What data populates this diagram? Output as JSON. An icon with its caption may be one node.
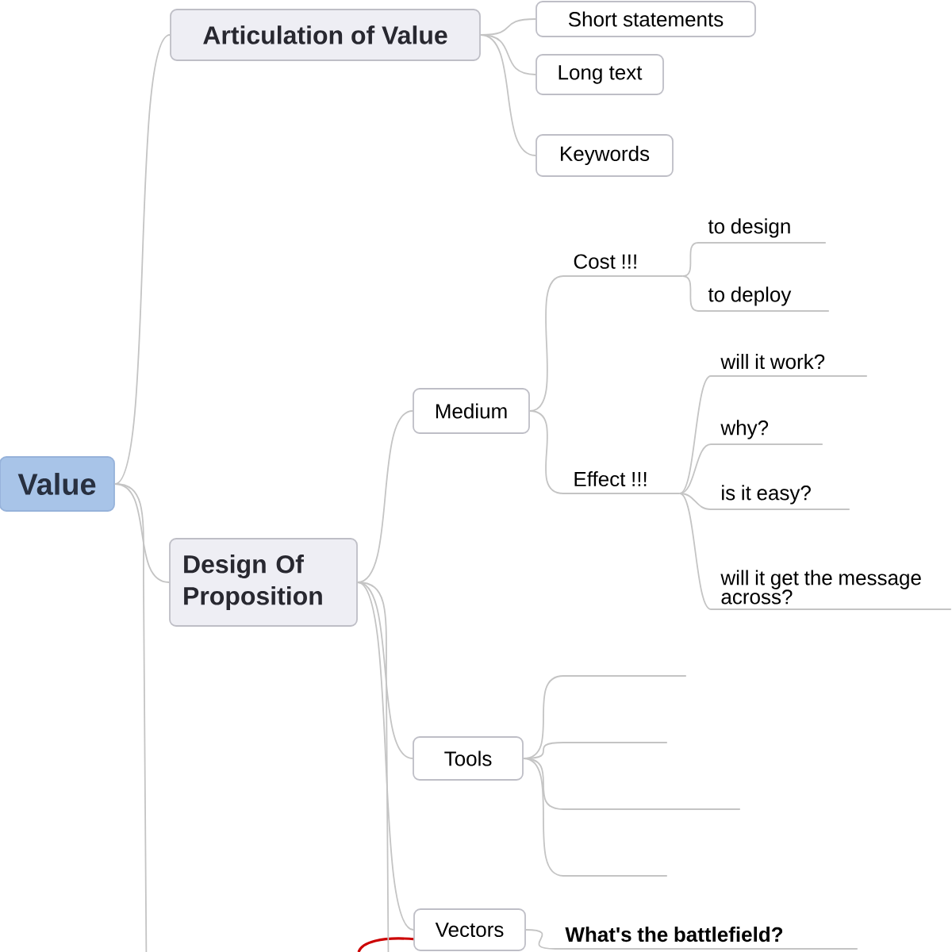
{
  "diagram": {
    "nodes": [
      {
        "text": [
          "Value"
        ]
      },
      {
        "text": [
          "Articulation of Value"
        ]
      },
      {
        "text": [
          "Short statements"
        ]
      },
      {
        "text": [
          "Long text"
        ]
      },
      {
        "text": [
          "Keywords"
        ]
      },
      {
        "text": [
          "Design Of Proposition"
        ]
      },
      {
        "text": [
          "Medium"
        ]
      },
      {
        "text": [
          "Cost !!!"
        ]
      },
      {
        "text": [
          "to design"
        ]
      },
      {
        "text": [
          "to deploy"
        ]
      },
      {
        "text": [
          "Effect !!!"
        ]
      },
      {
        "text": [
          "will it work?"
        ]
      },
      {
        "text": [
          "why?"
        ]
      },
      {
        "text": [
          "is it easy?"
        ]
      },
      {
        "text": [
          "will it get the message across?"
        ]
      },
      {
        "text": [
          "Tools"
        ]
      },
      {
        "text": [],
        "shape": "line"
      },
      {
        "text": [],
        "shape": "line"
      },
      {
        "text": [],
        "shape": "line"
      },
      {
        "text": [],
        "shape": "line"
      },
      {
        "text": [
          "Vectors"
        ]
      },
      {
        "text": [
          "What's the battlefield?"
        ]
      }
    ],
    "edges": [
      {
        "from": 0,
        "to": 1,
        "arrow": "none"
      },
      {
        "from": 0,
        "to": 5,
        "arrow": "none"
      },
      {
        "from": 0,
        "to": null,
        "arrow": "none"
      },
      {
        "from": 1,
        "to": 2,
        "arrow": "none"
      },
      {
        "from": 1,
        "to": 3,
        "arrow": "none"
      },
      {
        "from": 1,
        "to": 4,
        "arrow": "none"
      },
      {
        "from": 5,
        "to": 6,
        "arrow": "none"
      },
      {
        "from": 5,
        "to": 15,
        "arrow": "none"
      },
      {
        "from": 5,
        "to": 20,
        "arrow": "none"
      },
      {
        "from": 5,
        "to": null,
        "arrow": "none"
      },
      {
        "from": 6,
        "to": 7,
        "arrow": "none"
      },
      {
        "from": 6,
        "to": 10,
        "arrow": "none"
      },
      {
        "from": 7,
        "to": 8,
        "arrow": "none"
      },
      {
        "from": 7,
        "to": 9,
        "arrow": "none"
      },
      {
        "from": 10,
        "to": 11,
        "arrow": "none"
      },
      {
        "from": 10,
        "to": 12,
        "arrow": "none"
      },
      {
        "from": 10,
        "to": 13,
        "arrow": "none"
      },
      {
        "from": 10,
        "to": 14,
        "arrow": "none"
      },
      {
        "from": 15,
        "to": 16,
        "arrow": "none"
      },
      {
        "from": 15,
        "to": 17,
        "arrow": "none"
      },
      {
        "from": 15,
        "to": 18,
        "arrow": "none"
      },
      {
        "from": 15,
        "to": 19,
        "arrow": "none"
      },
      {
        "from": 20,
        "to": 21,
        "arrow": "none"
      }
    ]
  }
}
